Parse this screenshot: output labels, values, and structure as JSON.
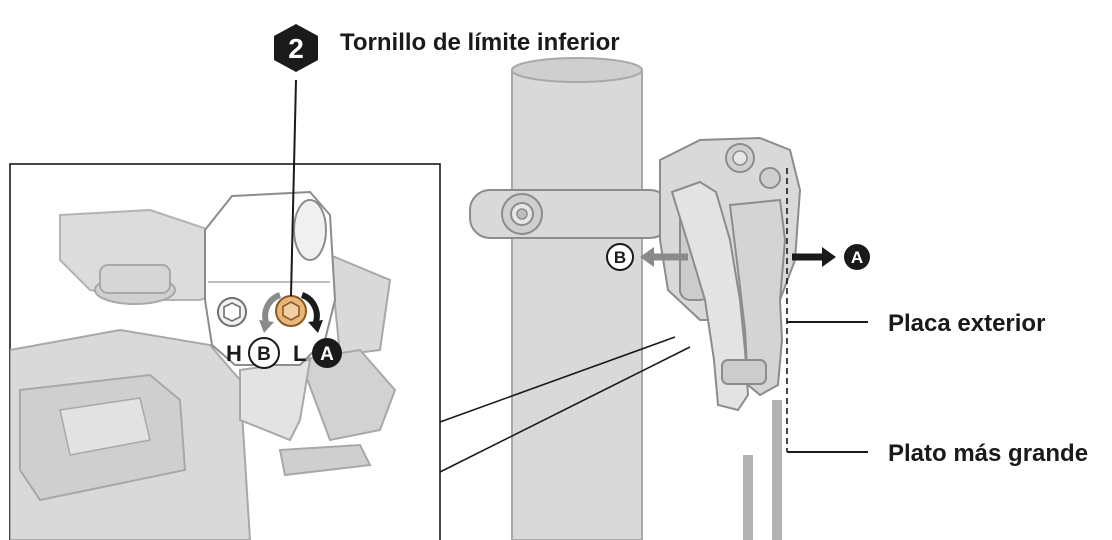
{
  "step": {
    "number": "2",
    "title": "Tornillo de límite inferior"
  },
  "callouts": {
    "outer_plate": "Placa exterior",
    "largest_chainring": "Plato más grande"
  },
  "markers": {
    "a": "A",
    "b": "B",
    "h": "H",
    "l": "L"
  },
  "colors": {
    "line": "#1a1a1a",
    "part_fill": "#d9d9d9",
    "part_stroke": "#8c8c8c",
    "part_dark": "#b3b3b3",
    "screw": "#e8b57a",
    "arrow_gray": "#8a8a8a",
    "arrow_dark": "#1a1a1a"
  }
}
